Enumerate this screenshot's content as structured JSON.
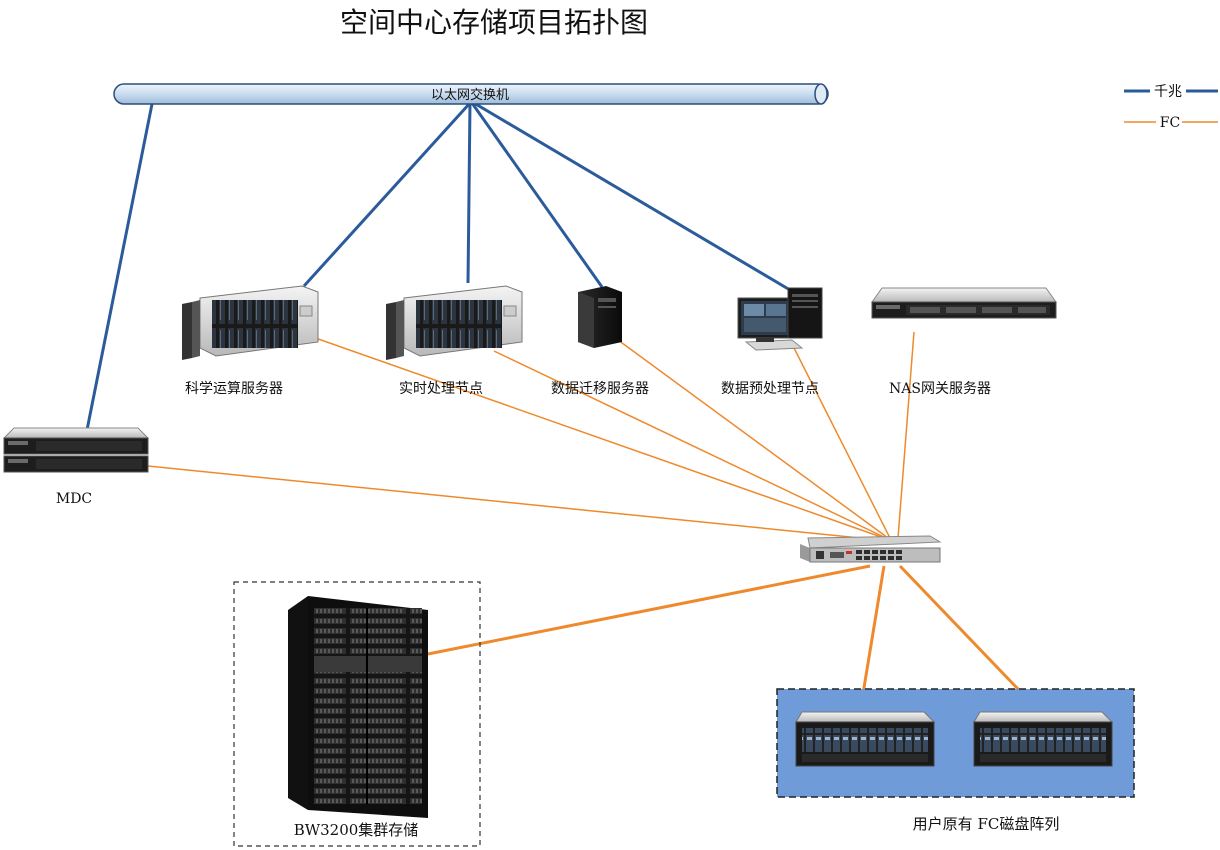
{
  "title": "空间中心存储项目拓扑图",
  "switch_label": "以太网交换机",
  "legend": {
    "gigabit": "千兆",
    "fc": "FC",
    "gigabit_color": "#2b5b9a",
    "fc_color": "#ee8a2d"
  },
  "nodes": {
    "sci_server": "科学运算服务器",
    "realtime_node": "实时处理节点",
    "migration_server": "数据迁移服务器",
    "preprocess_node": "数据预处理节点",
    "nas_gateway": "NAS网关服务器",
    "mdc": "MDC",
    "bw3200": "BW3200集群存储",
    "fc_array": "用户原有 FC磁盘阵列"
  }
}
